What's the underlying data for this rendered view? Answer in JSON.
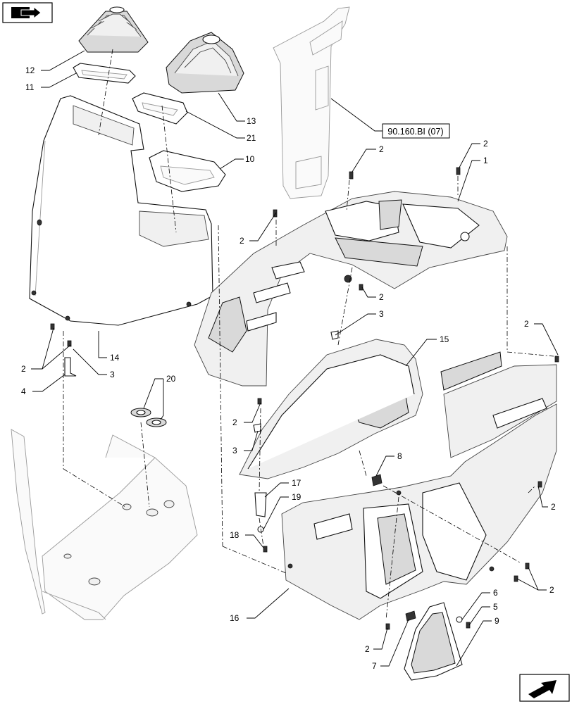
{
  "callouts": [
    {
      "id": "c12a",
      "text": "12"
    },
    {
      "id": "c11",
      "text": "11"
    },
    {
      "id": "c13",
      "text": "13"
    },
    {
      "id": "c21",
      "text": "21"
    },
    {
      "id": "c10",
      "text": "10"
    },
    {
      "id": "c2a",
      "text": "2"
    },
    {
      "id": "c2b",
      "text": "2"
    },
    {
      "id": "c1",
      "text": "1"
    },
    {
      "id": "c2c",
      "text": "2"
    },
    {
      "id": "c2d",
      "text": "2"
    },
    {
      "id": "c3a",
      "text": "3"
    },
    {
      "id": "c15",
      "text": "15"
    },
    {
      "id": "c2e",
      "text": "2"
    },
    {
      "id": "c2f",
      "text": "2"
    },
    {
      "id": "c14",
      "text": "14"
    },
    {
      "id": "c3b",
      "text": "3"
    },
    {
      "id": "c4",
      "text": "4"
    },
    {
      "id": "c20",
      "text": "20"
    },
    {
      "id": "c2g",
      "text": "2"
    },
    {
      "id": "c3c",
      "text": "3"
    },
    {
      "id": "c8",
      "text": "8"
    },
    {
      "id": "c2h",
      "text": "2"
    },
    {
      "id": "c17",
      "text": "17"
    },
    {
      "id": "c19",
      "text": "19"
    },
    {
      "id": "c18",
      "text": "18"
    },
    {
      "id": "c2i",
      "text": "2"
    },
    {
      "id": "c6",
      "text": "6"
    },
    {
      "id": "c5",
      "text": "5"
    },
    {
      "id": "c16",
      "text": "16"
    },
    {
      "id": "c9",
      "text": "9"
    },
    {
      "id": "c2j",
      "text": "2"
    },
    {
      "id": "c7",
      "text": "7"
    }
  ],
  "reference_box": {
    "text": "90.160.BI (07)"
  },
  "icons": {
    "top_left": "book-arrow-icon",
    "bottom_right": "next-page-arrow-icon"
  }
}
